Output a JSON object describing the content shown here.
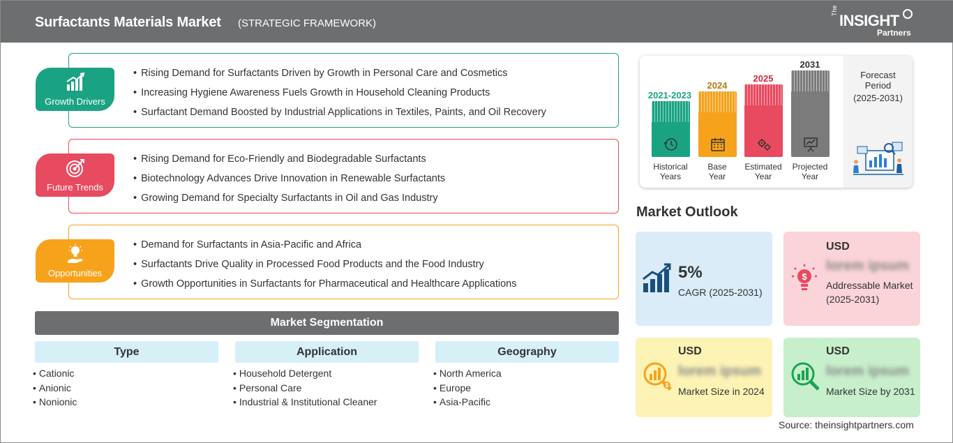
{
  "header": {
    "title": "Surfactants Materials Market",
    "subtitle": "(STRATEGIC FRAMEWORK)",
    "logo": {
      "the": "The",
      "insight": "INSIGHT",
      "partners": "Partners"
    }
  },
  "categories": [
    {
      "label": "Growth Drivers",
      "icon": "bar-growth-icon",
      "color": "#1aa383",
      "items": [
        "Rising Demand for Surfactants Driven by Growth in Personal Care and Cosmetics",
        "Increasing Hygiene Awareness Fuels Growth in Household Cleaning Products",
        "Surfactant Demand Boosted by Industrial Applications in Textiles, Paints, and Oil Recovery"
      ]
    },
    {
      "label": "Future Trends",
      "icon": "target-icon",
      "color": "#e84a5f",
      "items": [
        "Rising Demand for Eco-Friendly and Biodegradable Surfactants",
        "Biotechnology Advances Drive Innovation in Renewable Surfactants",
        "Growing Demand for Specialty Surfactants in Oil and Gas Industry"
      ]
    },
    {
      "label": "Opportunities",
      "icon": "lightbulb-hand-icon",
      "color": "#f7a21b",
      "items": [
        "Demand for Surfactants in Asia-Pacific and Africa",
        "Surfactants Drive Quality in Processed Food Products and the Food Industry",
        "Growth Opportunities in Surfactants for Pharmaceutical and Healthcare Applications"
      ]
    }
  ],
  "segmentation": {
    "title": "Market Segmentation",
    "columns": [
      {
        "heading": "Type",
        "items": [
          "Cationic",
          "Anionic",
          "Nonionic"
        ]
      },
      {
        "heading": "Application",
        "items": [
          "Household Detergent",
          "Personal Care",
          "Industrial & Institutional Cleaner"
        ]
      },
      {
        "heading": "Geography",
        "items": [
          "North America",
          "Europe",
          "Asia-Pacific"
        ]
      }
    ]
  },
  "timeline": {
    "bars": [
      {
        "year": "2021-2023",
        "label1": "Historical",
        "label2": "Years",
        "color": "#1aa383",
        "icon": "history-icon"
      },
      {
        "year": "2024",
        "label1": "Base",
        "label2": "Year",
        "color": "#f7a21b",
        "icon": "calendar-icon"
      },
      {
        "year": "2025",
        "label1": "Estimated",
        "label2": "Year",
        "color": "#e84a5f",
        "icon": "gears-icon"
      },
      {
        "year": "2031",
        "label1": "Projected",
        "label2": "Year",
        "color": "#7b7b7b",
        "icon": "presentation-icon"
      }
    ],
    "forecast_title": "Forecast Period",
    "forecast_range": "(2025-2031)"
  },
  "outlook": {
    "title": "Market Outlook",
    "cagr": {
      "value": "5%",
      "label": "CAGR (2025-2031)",
      "color": "#d9ecf7"
    },
    "addressable": {
      "usd": "USD",
      "value": "lorem ipsum",
      "label": "Addressable Market (2025-2031)",
      "color": "#fad4d8"
    },
    "size2024": {
      "usd": "USD",
      "value": "lorem ipsum",
      "label": "Market Size in 2024",
      "color": "#fcf3b4"
    },
    "size2031": {
      "usd": "USD",
      "value": "lorem ipsum",
      "label": "Market Size by 2031",
      "color": "#c7efcb"
    }
  },
  "source": "Source: theinsightpartners.com"
}
